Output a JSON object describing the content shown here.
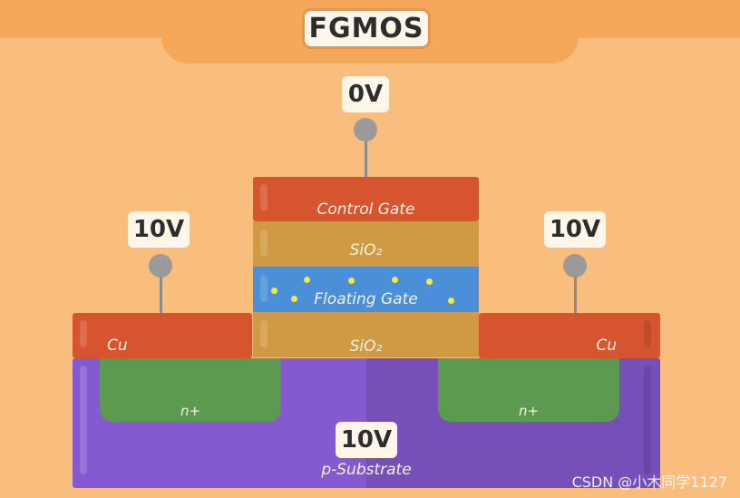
{
  "title": "FGMOS",
  "terminals": {
    "control_gate_voltage": "0V",
    "left_voltage": "10V",
    "right_voltage": "10V",
    "substrate_voltage": "10V"
  },
  "layers": {
    "control_gate": "Control Gate",
    "oxide_top": "SiO₂",
    "floating_gate": "Floating Gate",
    "oxide_bottom": "SiO₂",
    "left_contact": "Cu",
    "right_contact": "Cu",
    "left_well": "n+",
    "right_well": "n+",
    "substrate": "p-Substrate"
  },
  "watermark": "CSDN @小木同学1127",
  "colors": {
    "background": "#f9bd7d",
    "header": "#f5a85a",
    "copper": "#d6552e",
    "oxide": "#cf9a43",
    "floating_gate": "#4a8fd8",
    "n_well": "#5c9a52",
    "substrate": "#8559cf",
    "electron": "#f7e93a"
  }
}
